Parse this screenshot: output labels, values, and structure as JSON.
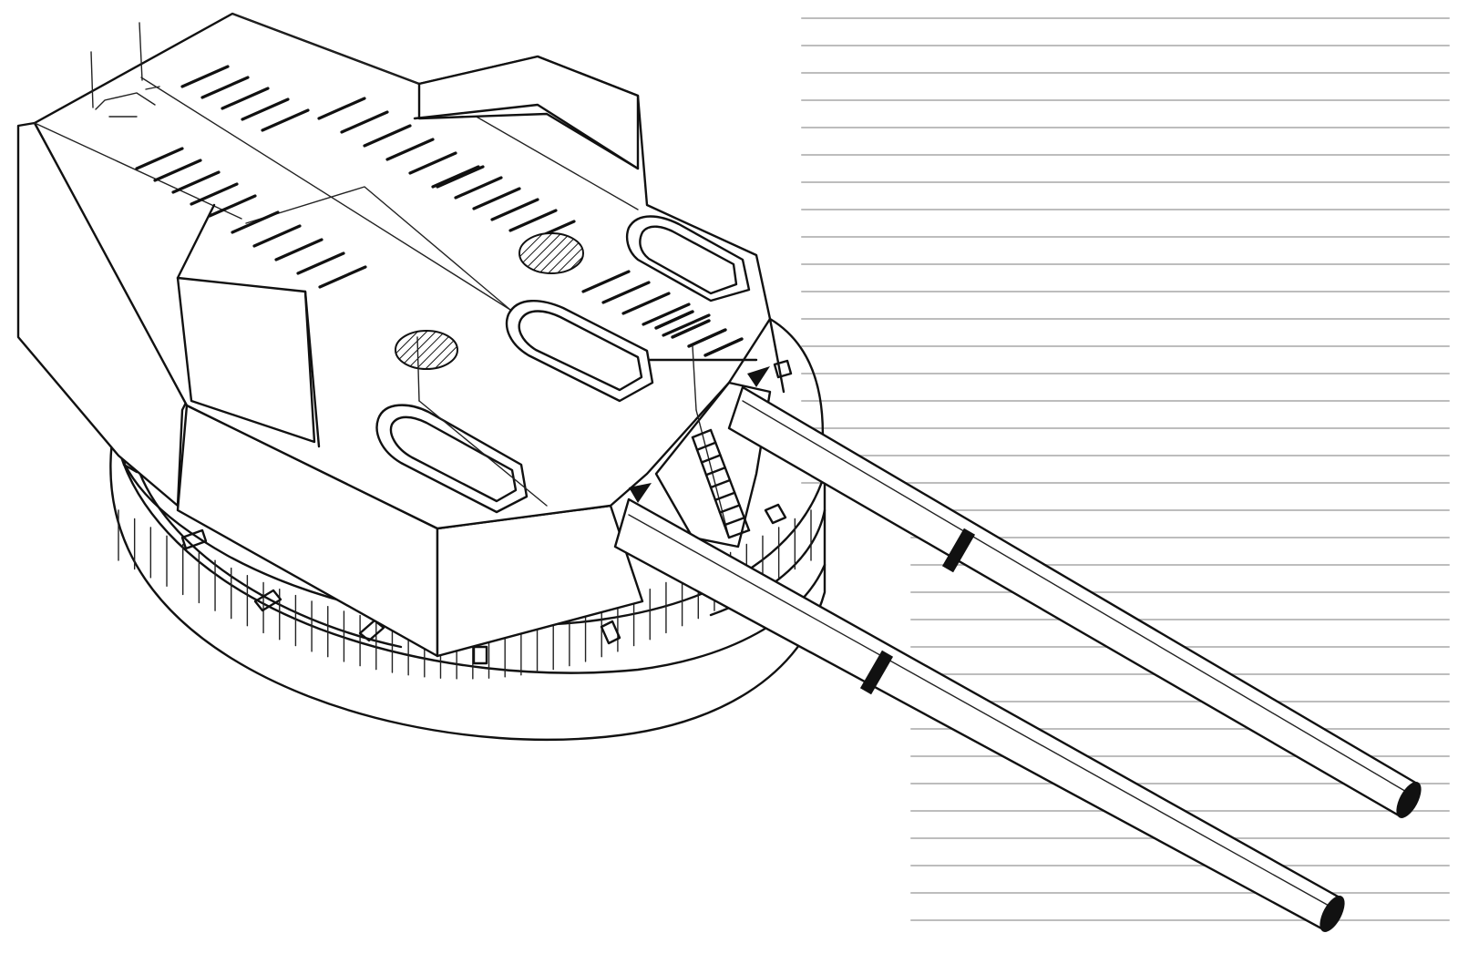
{
  "figure": {
    "subject": "twin-gun-turret-line-drawing",
    "style": "black-ink-line-art",
    "colors": {
      "ink": "#111111",
      "paper": "#ffffff",
      "bleed_through": "#bdbdbd"
    }
  },
  "parts": {
    "roof_vision_slots": 44,
    "periscope_hoods": 3,
    "hatches": 2,
    "gun_barrels": 2,
    "ladders": 1,
    "antenna_masts": 4
  }
}
